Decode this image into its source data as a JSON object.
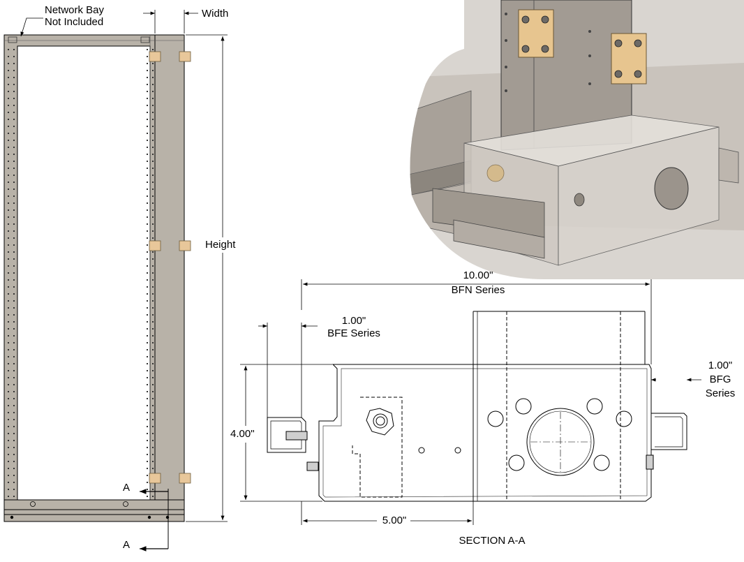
{
  "rack": {
    "network_bay_line1": "Network Bay",
    "network_bay_line2": "Not Included",
    "width_label": "Width",
    "height_label": "Height",
    "section_marker_top": "A",
    "section_marker_bottom": "A"
  },
  "section": {
    "overall_dim": "10.00\"",
    "overall_series": "BFN Series",
    "left_dim": "1.00\"",
    "left_series": "BFE Series",
    "right_dim": "1.00\"",
    "right_series_line1": "BFG",
    "right_series_line2": "Series",
    "height_dim": "4.00\"",
    "half_dim": "5.00\"",
    "caption": "SECTION A-A"
  },
  "colors": {
    "rack_fill": "#b8b2a8",
    "inner_fill": "#ffffff",
    "bracket_fill": "#e8c79a",
    "render_metal": "#b5aea6",
    "render_dark": "#8c867e",
    "line": "#000000"
  }
}
